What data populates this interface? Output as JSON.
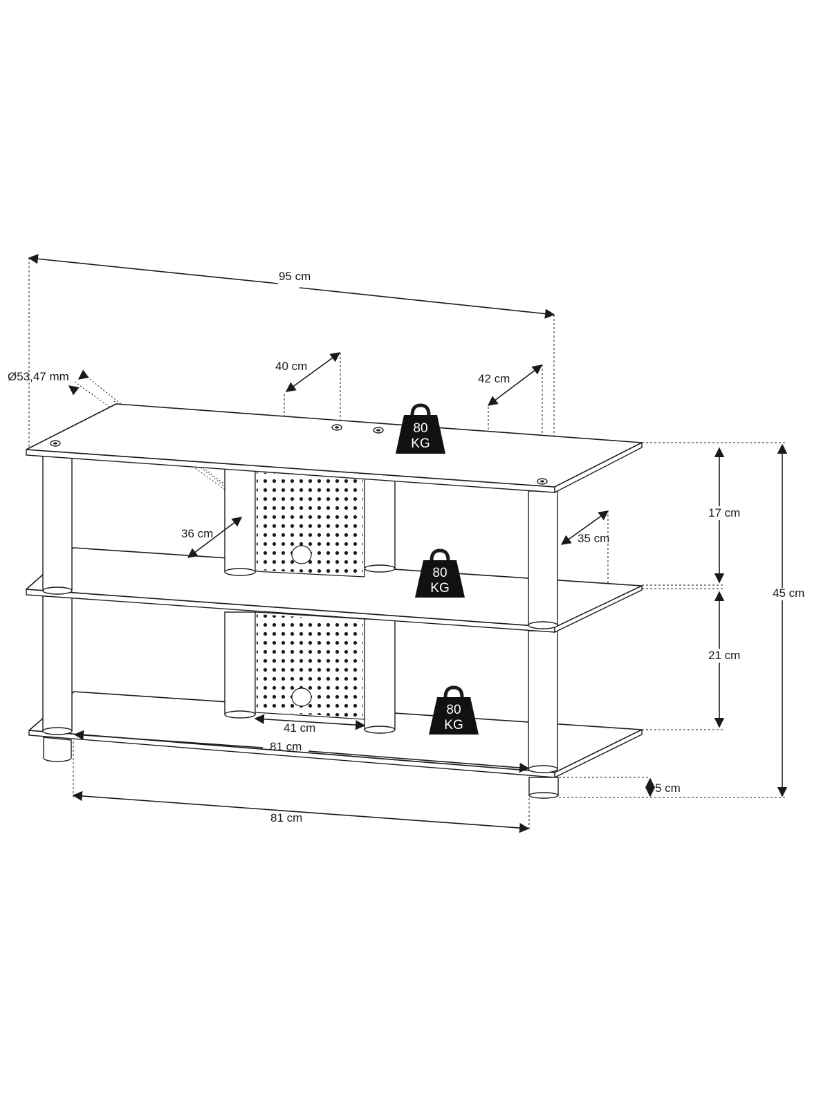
{
  "diagram": {
    "dimensions": {
      "overall_width": "95 cm",
      "depth_top": "40 cm",
      "depth_top_right": "42 cm",
      "post_diameter": "Ø53,47 mm",
      "depth_middle_left": "36 cm",
      "depth_middle_right": "35 cm",
      "clearance_top": "17 cm",
      "clearance_bottom": "21 cm",
      "overall_height": "45 cm",
      "panel_width": "41 cm",
      "inner_width": "81 cm",
      "base_width": "81 cm",
      "foot_height": "5 cm"
    },
    "weights": [
      {
        "value": "80",
        "unit": "KG"
      },
      {
        "value": "80",
        "unit": "KG"
      },
      {
        "value": "80",
        "unit": "KG"
      }
    ]
  }
}
